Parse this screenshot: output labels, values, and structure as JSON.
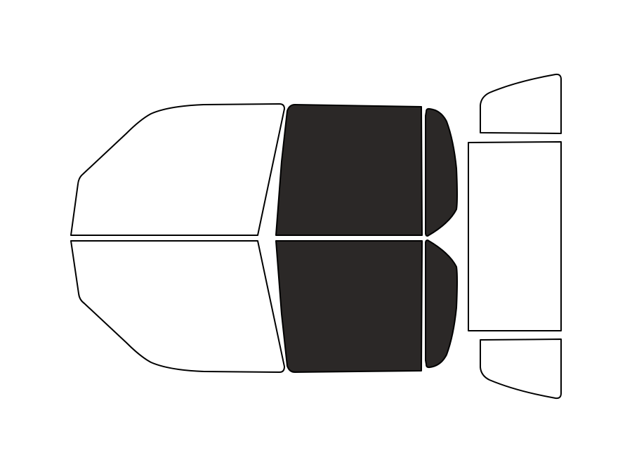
{
  "colors": {
    "background": "#ffffff",
    "outline": "#000000",
    "tinted": "#2b2827",
    "untinted": "#ffffff"
  },
  "windows": [
    {
      "id": "windshield-upper",
      "tinted": false
    },
    {
      "id": "windshield-lower",
      "tinted": false
    },
    {
      "id": "front-door-upper",
      "tinted": true
    },
    {
      "id": "front-door-lower",
      "tinted": true
    },
    {
      "id": "rear-door-upper",
      "tinted": true
    },
    {
      "id": "rear-door-lower",
      "tinted": true
    },
    {
      "id": "rear-quarter-top",
      "tinted": false
    },
    {
      "id": "back-glass",
      "tinted": false
    },
    {
      "id": "rear-quarter-bottom",
      "tinted": false
    }
  ]
}
